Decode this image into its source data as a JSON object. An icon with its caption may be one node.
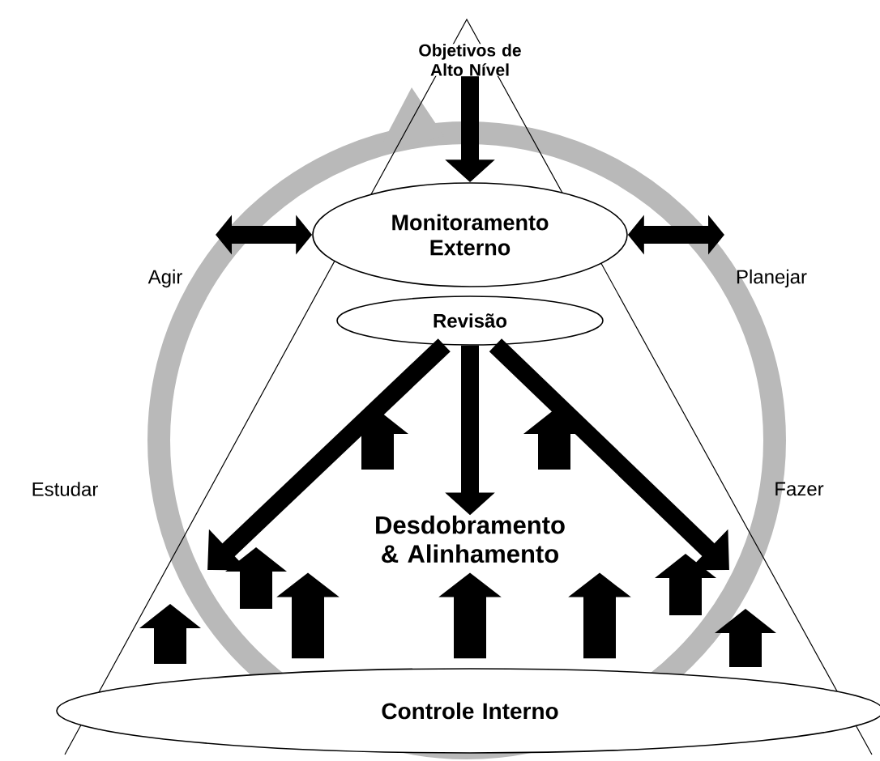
{
  "diagram": {
    "nodes": [
      {
        "text": [
          "Objetivos de Alto Nível"
        ]
      },
      {
        "text": [
          "Monitoramento Externo"
        ]
      },
      {
        "text": [
          "Revisão"
        ]
      },
      {
        "text": [
          "Desdobramento & Alinhamento"
        ]
      },
      {
        "text": [
          "Controle Interno"
        ]
      }
    ],
    "edges": [
      {
        "from": 0,
        "to": 1,
        "arrow": "to"
      },
      {
        "from": null,
        "to": 1,
        "arrow": "both"
      },
      {
        "from": 1,
        "to": null,
        "arrow": "both"
      },
      {
        "from": 2,
        "to": 3,
        "arrow": "to"
      },
      {
        "from": 2,
        "to": null,
        "arrow": "to"
      },
      {
        "from": 2,
        "to": null,
        "arrow": "to"
      },
      {
        "from": 4,
        "to": 3,
        "arrow": "to",
        "style": "thick"
      },
      {
        "from": 4,
        "to": 3,
        "arrow": "to",
        "style": "thick"
      },
      {
        "from": 4,
        "to": 3,
        "arrow": "to",
        "style": "thick"
      }
    ],
    "labels": [
      "Agir",
      "Planejar",
      "Estudar",
      "Fazer"
    ]
  }
}
